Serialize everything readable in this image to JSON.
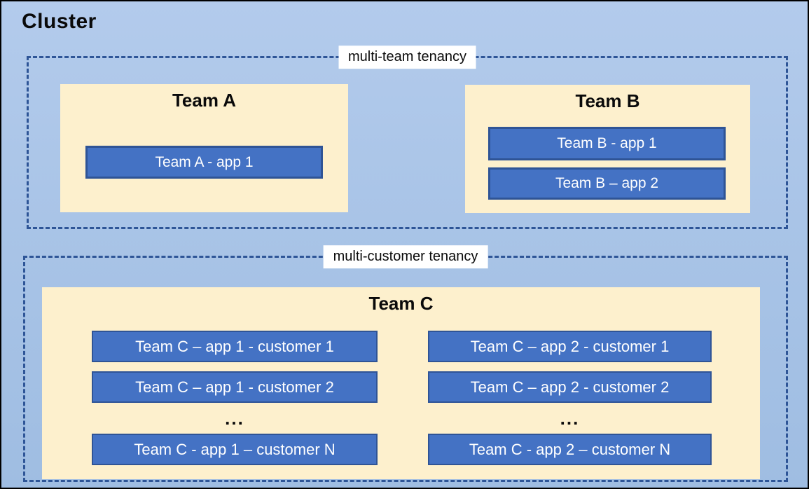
{
  "cluster": {
    "title": "Cluster"
  },
  "zones": [
    {
      "label": "multi-team tenancy",
      "teams": [
        {
          "name": "Team A",
          "apps": [
            "Team A - app 1"
          ]
        },
        {
          "name": "Team B",
          "apps": [
            "Team B - app 1",
            "Team B – app 2"
          ]
        }
      ]
    },
    {
      "label": "multi-customer tenancy",
      "teams": [
        {
          "name": "Team C",
          "columns": [
            {
              "apps": [
                "Team C – app 1 - customer 1",
                "Team C – app 1 - customer 2"
              ],
              "ellipsis": "...",
              "last_app": "Team C - app 1 – customer N"
            },
            {
              "apps": [
                "Team C – app 2 - customer 1",
                "Team C – app 2 - customer 2"
              ],
              "ellipsis": "...",
              "last_app": "Team C - app 2 – customer N"
            }
          ]
        }
      ]
    }
  ],
  "colors": {
    "canvas_background_top": "#b3cbec",
    "canvas_background_bottom": "#9fbde2",
    "team_box_fill": "#fdf0cd",
    "app_box_fill": "#4472c4",
    "app_box_border": "#2f5496",
    "dashed_border": "#2e5597",
    "zone_label_background": "#ffffff",
    "outer_border": "#000000",
    "app_text": "#ffffff",
    "title_text": "#0a0a0a"
  }
}
